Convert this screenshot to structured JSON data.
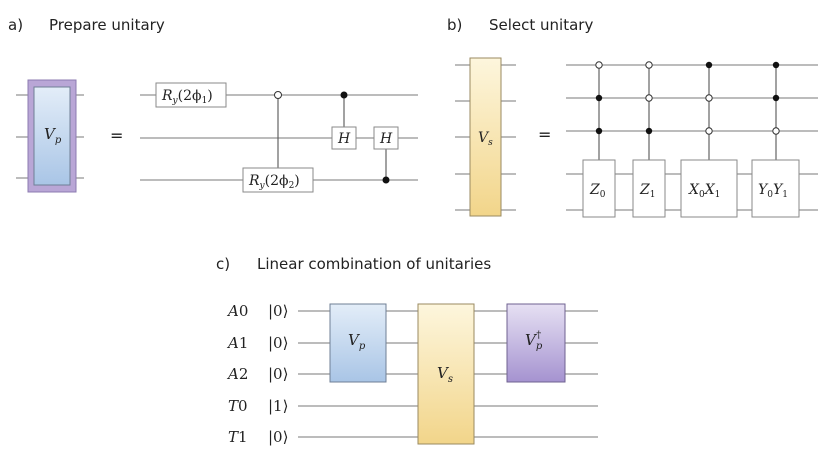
{
  "panels": {
    "a": {
      "letter": "a)",
      "title": "Prepare unitary"
    },
    "b": {
      "letter": "b)",
      "title": "Select unitary"
    },
    "c": {
      "letter": "c)",
      "title": "Linear combination of unitaries"
    }
  },
  "equals": "=",
  "gates": {
    "vp": {
      "base": "V",
      "sub": "p"
    },
    "vs": {
      "base": "V",
      "sub": "s"
    },
    "vp_dag": {
      "base": "V",
      "sub": "p",
      "sup": "†"
    },
    "ry1": {
      "base": "R",
      "sub": "y",
      "arg": "(2ϕ",
      "argsub": "1",
      "close": ")"
    },
    "ry2": {
      "base": "R",
      "sub": "y",
      "arg": "(2ϕ",
      "argsub": "2",
      "close": ")"
    },
    "h": "H",
    "z0": {
      "base": "Z",
      "sub": "0"
    },
    "z1": {
      "base": "Z",
      "sub": "1"
    },
    "x0x1": {
      "a": "X",
      "asub": "0",
      "b": "X",
      "bsub": "1"
    },
    "y0y1": {
      "a": "Y",
      "asub": "0",
      "b": "Y",
      "bsub": "1"
    }
  },
  "lcu_rows": [
    {
      "name": "A",
      "index": "0",
      "ket": "|0⟩"
    },
    {
      "name": "A",
      "index": "1",
      "ket": "|0⟩"
    },
    {
      "name": "A",
      "index": "2",
      "ket": "|0⟩"
    },
    {
      "name": "T",
      "index": "0",
      "ket": "|1⟩"
    },
    {
      "name": "T",
      "index": "1",
      "ket": "|0⟩"
    }
  ],
  "colors": {
    "vp_fill_top": "#cfe0f3",
    "vp_fill_bottom": "#a8c4e4",
    "vp_border": "#b7a5d3",
    "vs_fill_top": "#fdf3d2",
    "vs_fill_bottom": "#f3d891",
    "vpdag_fill_top": "#d8d0ec",
    "vpdag_fill_bottom": "#ad9dd5"
  }
}
